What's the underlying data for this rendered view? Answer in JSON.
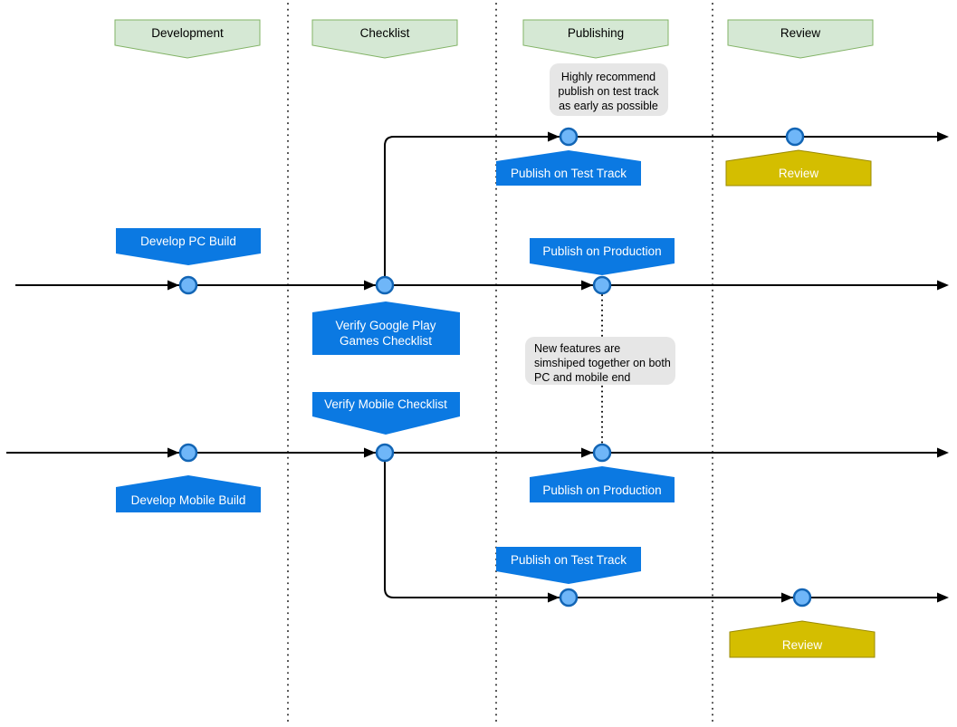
{
  "colors": {
    "lane_fill": "#d5e8d4",
    "lane_stroke": "#82b366",
    "task_fill": "#0b79e2",
    "task_text": "#ffffff",
    "review_fill": "#d4be00",
    "review_stroke": "#9a8a00",
    "milestone_fill": "#6fb6f8",
    "milestone_stroke": "#1265b5",
    "note_fill": "#e6e6e6",
    "line": "#000000"
  },
  "lanes": [
    {
      "label": "Development"
    },
    {
      "label": "Checklist"
    },
    {
      "label": "Publishing"
    },
    {
      "label": "Review"
    }
  ],
  "pc_track": {
    "develop": "Develop PC Build",
    "verify_line1": "Verify Google Play",
    "verify_line2": "Games Checklist",
    "publish_test": "Publish on Test Track",
    "publish_production": "Publish on Production",
    "review": "Review"
  },
  "mobile_track": {
    "develop": "Develop Mobile Build",
    "verify": "Verify Mobile Checklist",
    "publish_test": "Publish on Test Track",
    "publish_production": "Publish on Production",
    "review": "Review"
  },
  "notes": {
    "test_track": {
      "lines": [
        "Highly recommend",
        "publish on test track",
        "as early as possible"
      ]
    },
    "simship": {
      "lines": [
        "New features are",
        "simshiped together on both",
        "PC and mobile end"
      ]
    }
  }
}
